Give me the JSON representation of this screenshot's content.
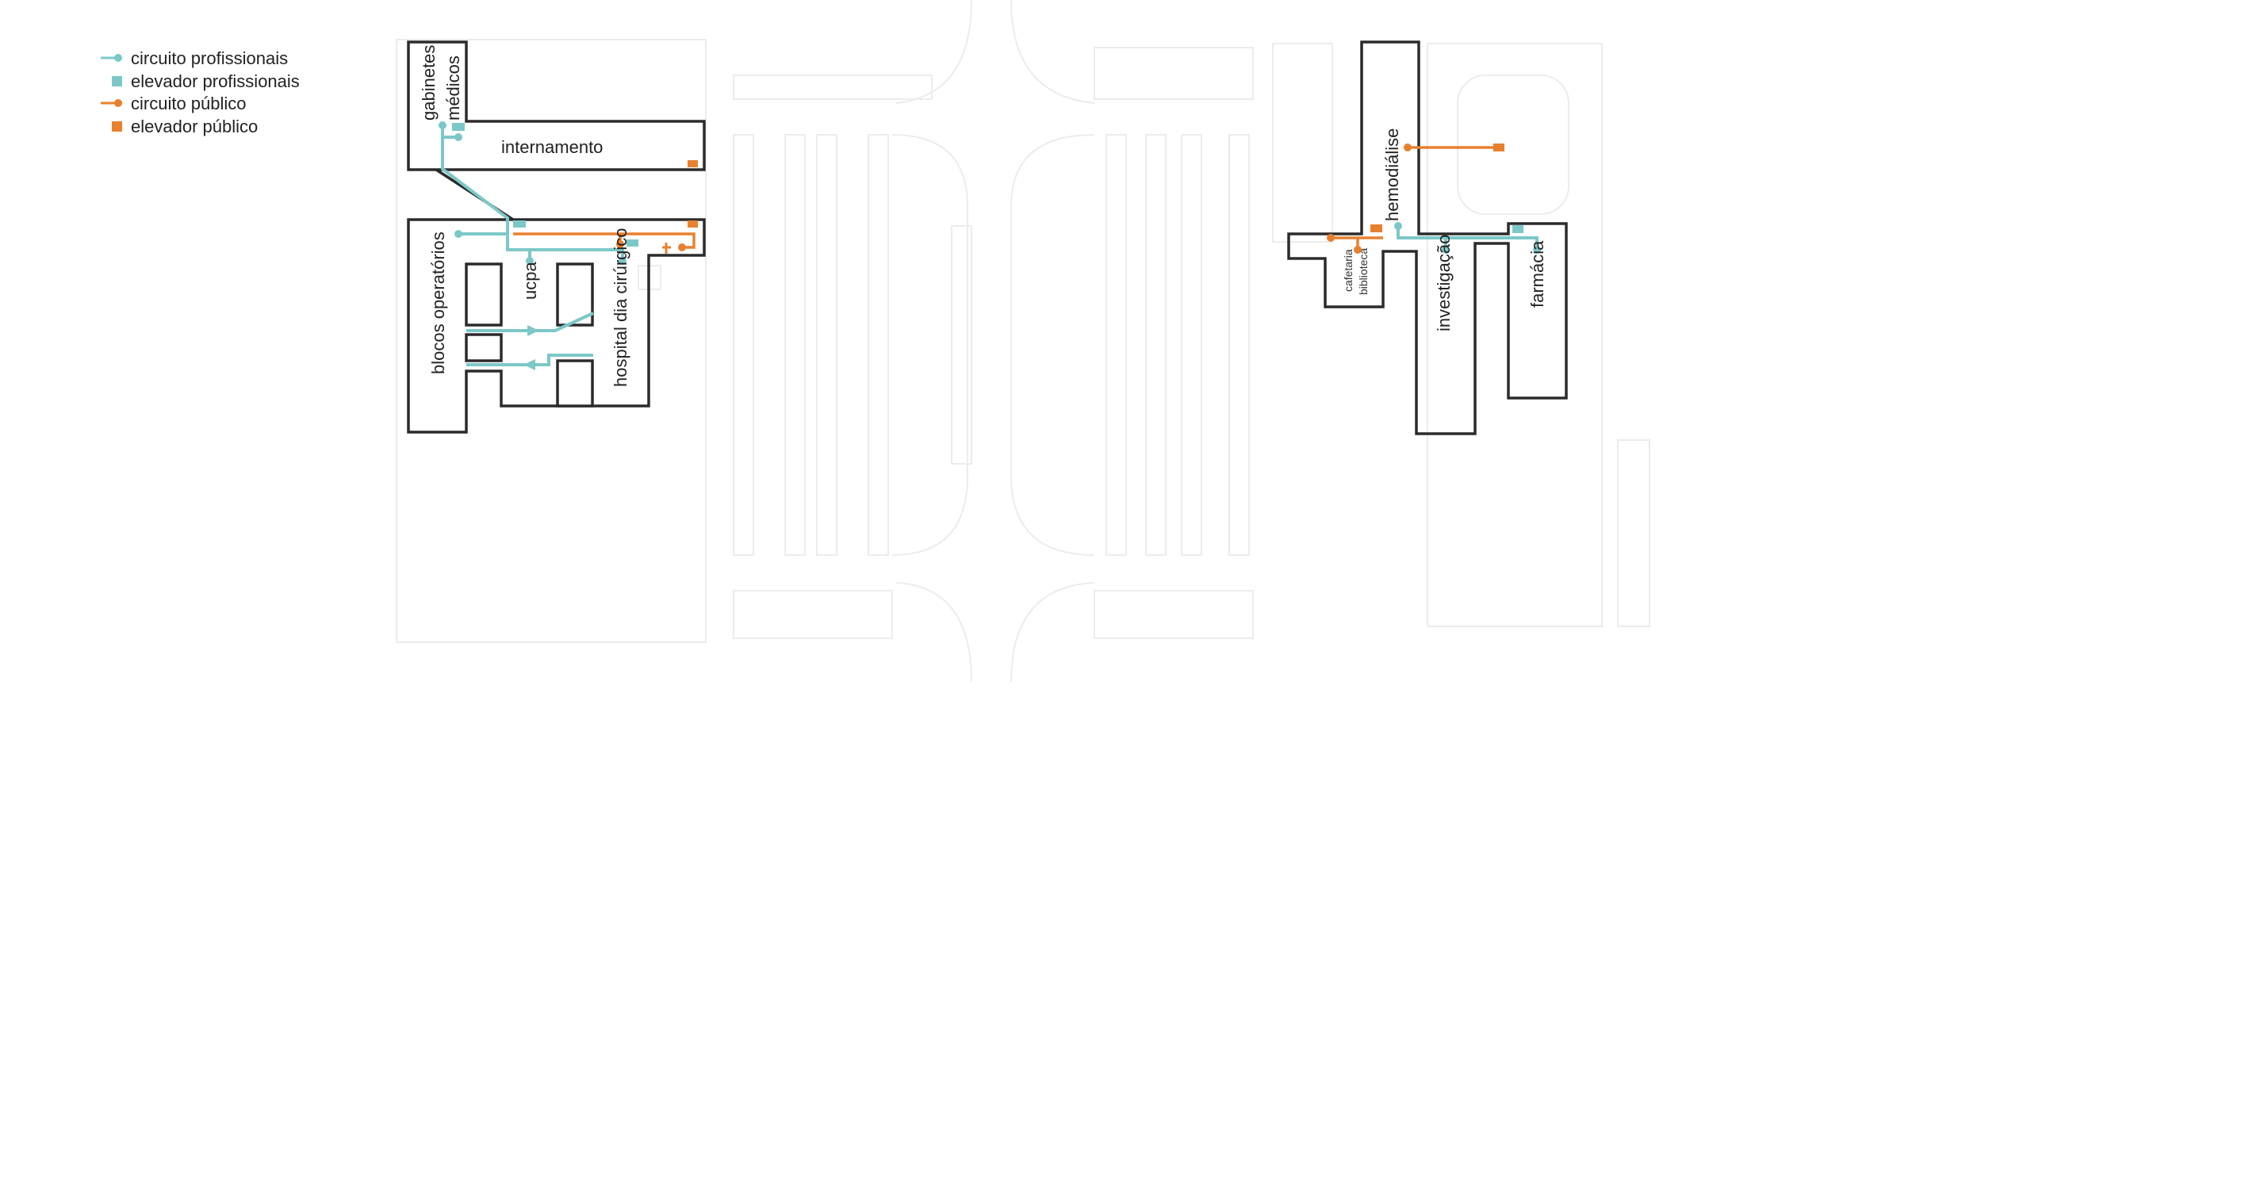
{
  "legend": {
    "items": [
      {
        "label": "circuito profissionais",
        "icon": "cyan-line-dot-icon"
      },
      {
        "label": "elevador profissionais",
        "icon": "cyan-square-icon"
      },
      {
        "label": "circuito público",
        "icon": "orange-line-dot-icon"
      },
      {
        "label": "elevador público",
        "icon": "orange-square-icon"
      }
    ]
  },
  "colors": {
    "professional": "#7cc8c8",
    "public": "#e8812f",
    "outline": "#2b2b2b"
  },
  "west_building": {
    "labels": {
      "gabinetes": "gabinetes",
      "medicos": "médicos",
      "internamento": "internamento",
      "ucpa": "ucpa",
      "blocos": "blocos operatórios",
      "hospital_dia": "hospital dia cirúrgico"
    }
  },
  "east_building": {
    "labels": {
      "hemodialise": "hemodiálise",
      "cafetaria": "cafetaria",
      "biblioteca": "biblioteca",
      "investigacao": "investigação",
      "farmacia": "farmácia"
    }
  }
}
